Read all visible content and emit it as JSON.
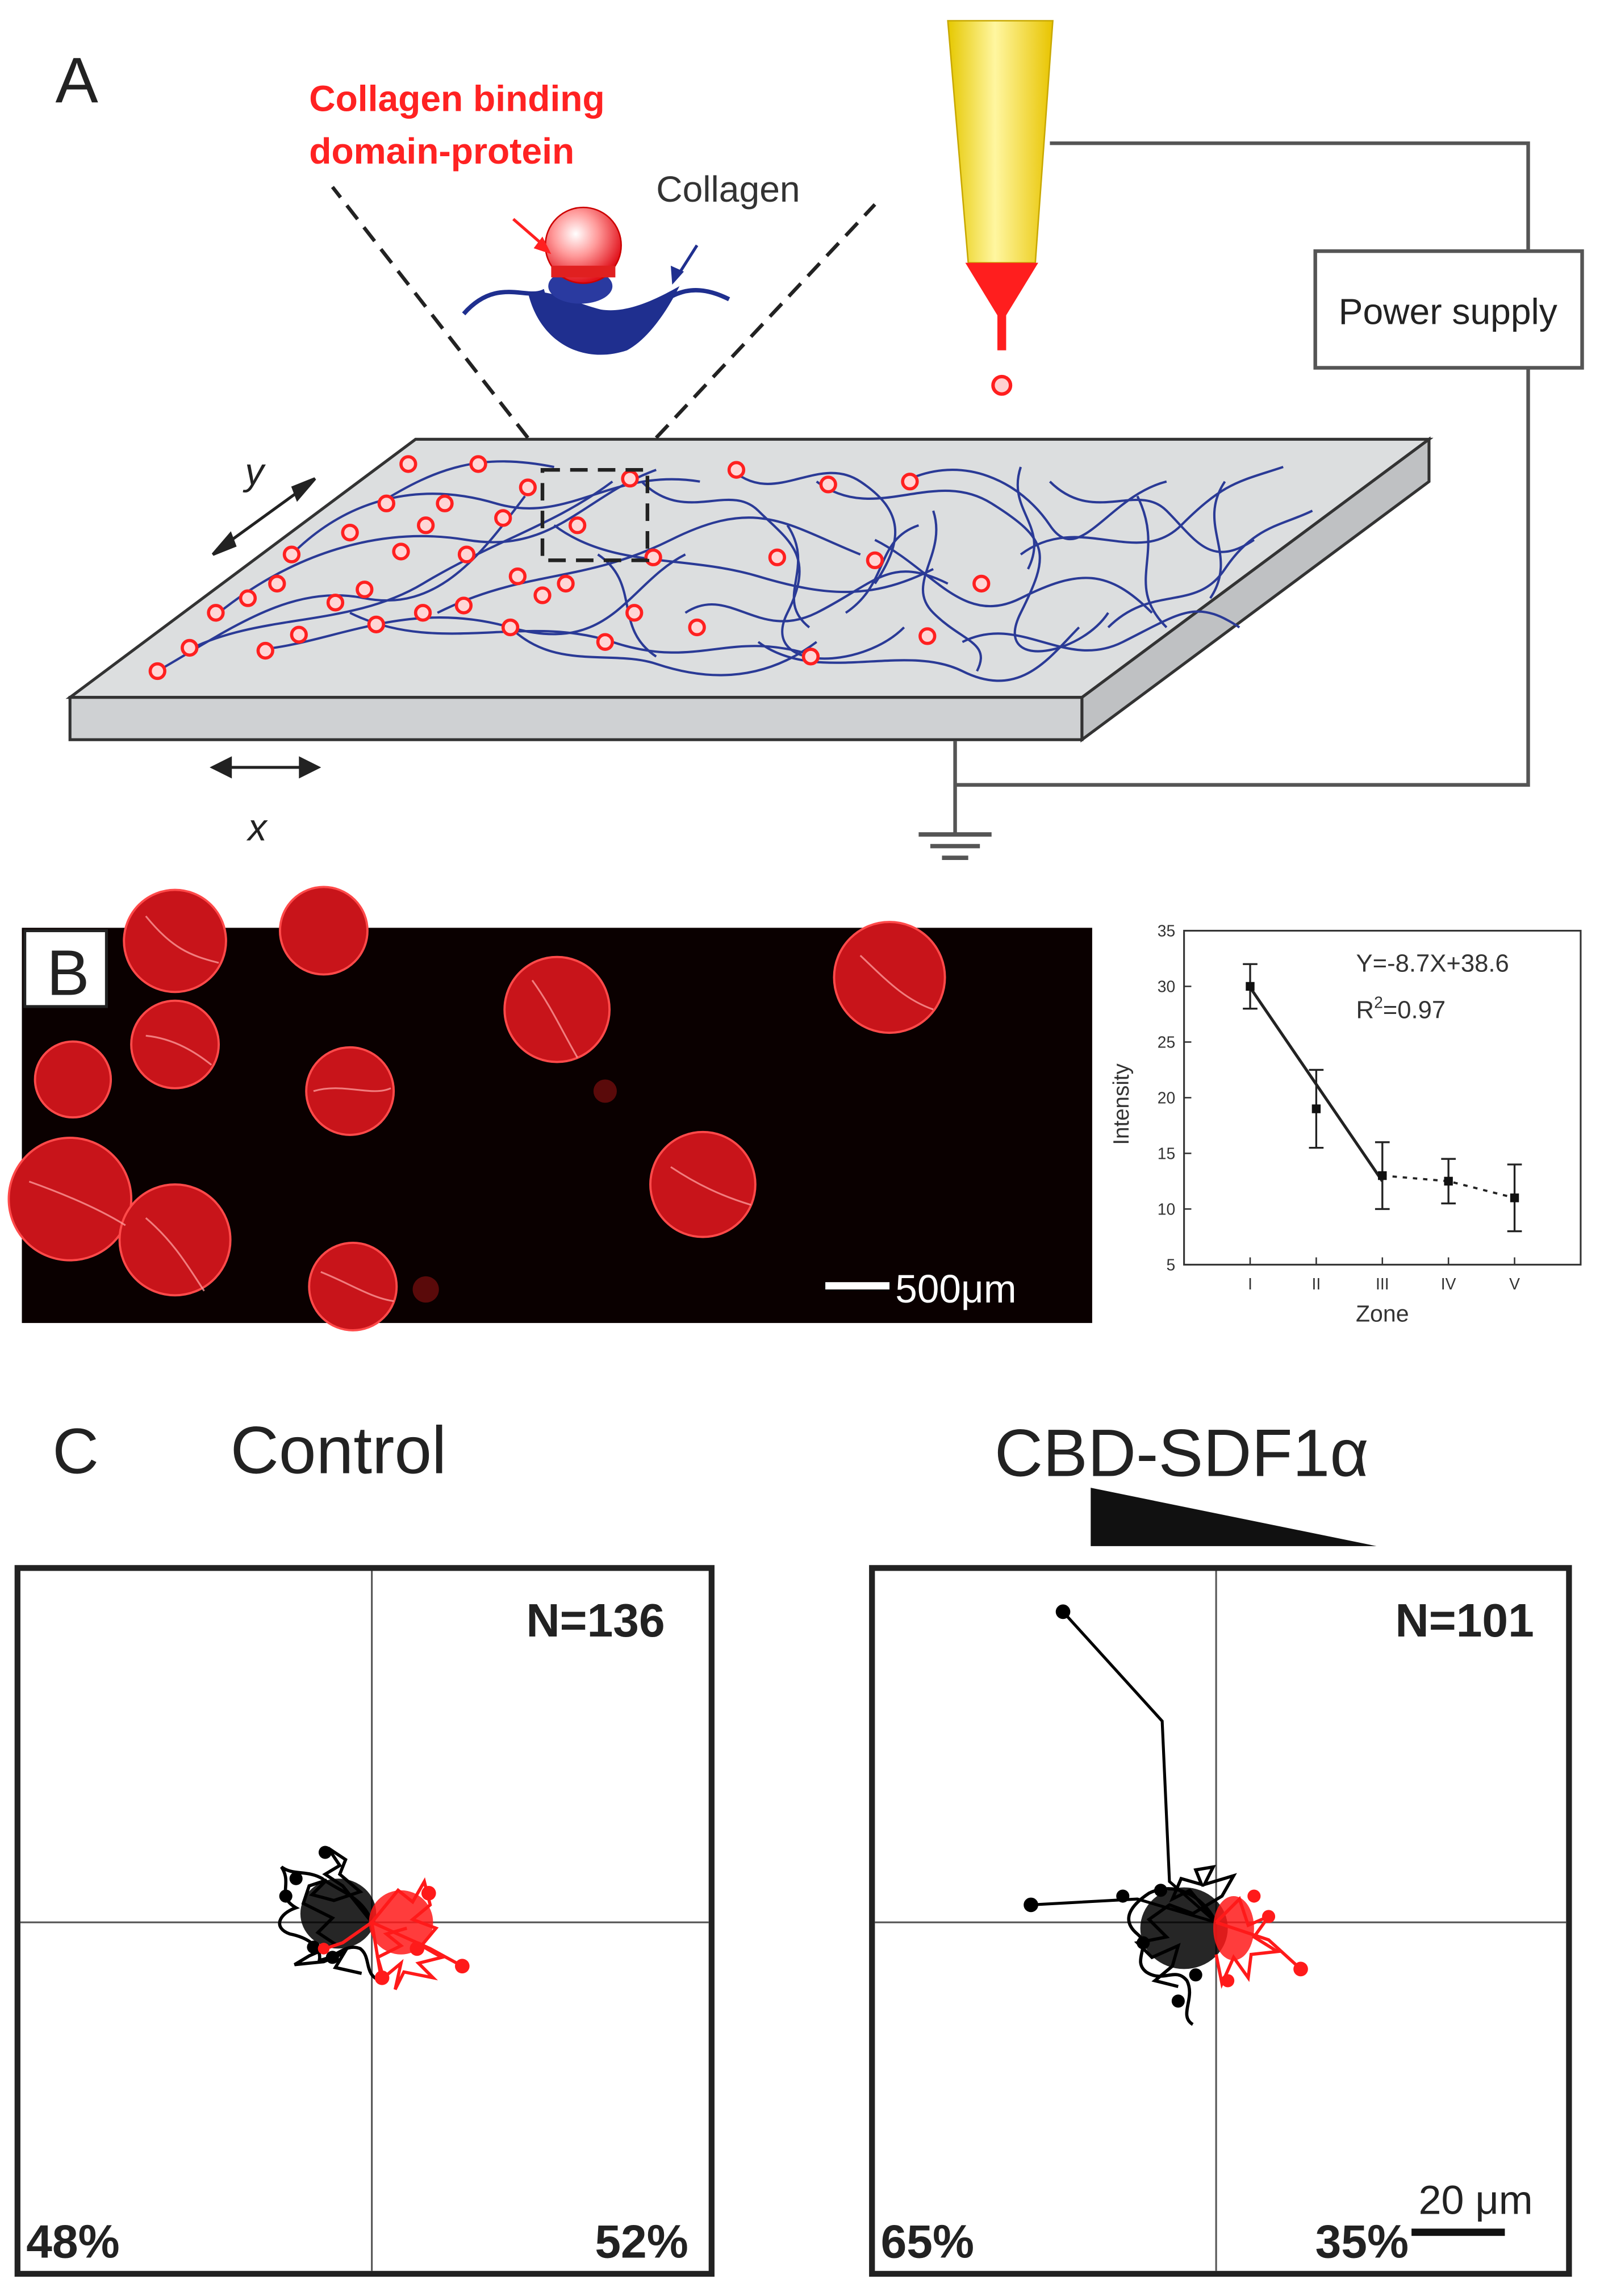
{
  "panel_a": {
    "letter": "A",
    "cbd_label_line1": "Collagen binding",
    "cbd_label_line2": "domain-protein",
    "collagen_label": "Collagen",
    "power_supply": "Power supply",
    "axis_y": "y",
    "axis_x": "x",
    "colors": {
      "cbd": "#ff2a2a",
      "collagen": "#1f2f8f",
      "substrate": "#d8dadc",
      "nozzle": "#ffe84a"
    }
  },
  "panel_b": {
    "letter": "B",
    "scale_bar": "500μm",
    "equation": "Y=-8.7X+38.6",
    "r2_prefix": "R",
    "r2_sup": "2",
    "r2_value": "=0.97"
  },
  "chart_data": {
    "type": "scatter",
    "title": "",
    "xlabel": "Zone",
    "ylabel": "Intensity",
    "categories": [
      "I",
      "II",
      "III",
      "IV",
      "V"
    ],
    "values": [
      30,
      19,
      13,
      12.5,
      11
    ],
    "error": [
      2,
      3.5,
      3,
      2,
      3
    ],
    "ylim": [
      5,
      35
    ],
    "yticks": [
      5,
      10,
      15,
      20,
      25,
      30,
      35
    ],
    "fit": {
      "equation": "Y=-8.7X+38.6",
      "r2": 0.97,
      "solid_range": [
        "I",
        "III"
      ],
      "dotted_range": [
        "III",
        "V"
      ]
    }
  },
  "panel_c": {
    "letter": "C",
    "control_title": "Control",
    "cbd_title": "CBD-SDF1α",
    "control": {
      "n": "N=136",
      "left_pct": "48%",
      "right_pct": "52%"
    },
    "cbd": {
      "n": "N=101",
      "left_pct": "65%",
      "right_pct": "35%"
    },
    "scale_bar": "20 μm"
  }
}
